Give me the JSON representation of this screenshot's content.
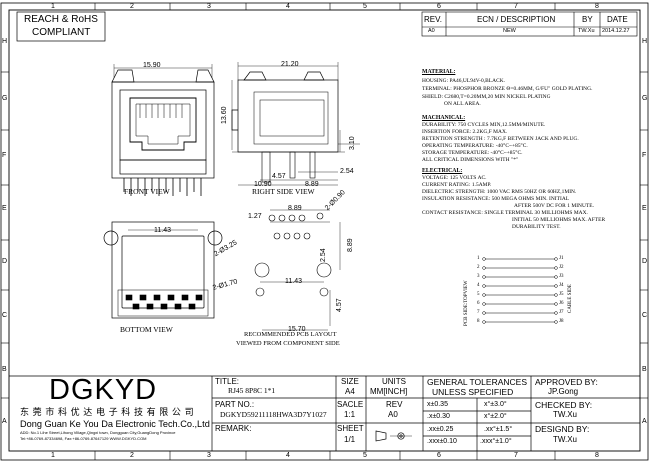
{
  "zones": {
    "cols": [
      "1",
      "2",
      "3",
      "4",
      "5",
      "6",
      "7",
      "8"
    ],
    "rows": [
      "H",
      "G",
      "F",
      "E",
      "D",
      "C",
      "B",
      "A"
    ]
  },
  "compliance": {
    "line1": "REACH & RoHS",
    "line2": "COMPLIANT"
  },
  "revision_table": {
    "headers": {
      "rev": "REV.",
      "ecn": "ECN / DESCRIPTION",
      "by": "BY",
      "date": "DATE"
    },
    "row": {
      "rev": "A0",
      "ecn": "NEW",
      "by": "TW.Xu",
      "date": "2014.12.27"
    }
  },
  "views": {
    "front": "FRONT VIEW",
    "right_side": "RIGHT SIDE VIEW",
    "bottom": "BOTTOM VIEW",
    "pcb_layout_line1": "RECOMMENDED PCB LAYOUT",
    "pcb_layout_line2": "VIEWED FROM COMPONENT SIDE"
  },
  "dimensions": {
    "front_width": "15.90",
    "side_width": "21.20",
    "side_height": "13.60",
    "side_310": "3.10",
    "side_254": "2.54",
    "side_457": "4.57",
    "side_1090": "10.90",
    "side_889": "8.89",
    "bottom_1143": "11.43",
    "pcb_127": "1.27",
    "pcb_889_top": "8.89",
    "pcb_090": "2-Ø0.90",
    "pcb_325": "2-Ø3.25",
    "pcb_254": "2.54",
    "pcb_889_right": "8.89",
    "pcb_170": "2-Ø1.70",
    "pcb_1143": "11.43",
    "pcb_457": "4.57",
    "pcb_1570": "15.70"
  },
  "specs": {
    "material_title": "MATERIAL:",
    "material": [
      "HOUSING: PA46,UL94V-0,BLACK.",
      "TERMINAL: PHOSPHOR BRONZE Θ=0.46MM, G/FU\" GOLD PLATING.",
      "SHIELD: C2680,T=0.20MM,20 MIN NICKEL PLATING",
      "ON ALL AREA."
    ],
    "mechanical_title": "MACHANICAL:",
    "mechanical": [
      "DURABILITY: 750 CYCLES MIN,12.5MM/MINUTE.",
      "INSERTION FORCE: 2.2KG,F MAX.",
      "RETENTION STRENGTH : 7.7KG,F BETWEEN JACK AND PLUG.",
      "OPERATING TEMPERATURE: -40°C~+85°C.",
      "STORAGE TEMPERATURE: -40°C~+85°C.",
      "ALL CRITICAL DIMENSIONS WITH \"*\""
    ],
    "electrical_title": "ELECTRICAL:",
    "electrical": [
      "VOLTAGE: 125 VOLTS AC.",
      "CURRENT RATING: 1.5AMP.",
      "DIELECTRIC STRENGTH: 1000 VAC RMS 50HZ OR 60HZ,1MIN.",
      "INSULATION RESISTANCE: 500 MEGA OHMS MIN. INITIAL",
      "AFTER 500V DC FOR 1 MINUTE.",
      "CONTACT RESISTANCE: SINGLE TERMINAL 30 MILLIOHMS MAX.",
      "INITIAL 50 MILLIOHMS MAX. AFTER",
      "DURABILITY TEST."
    ]
  },
  "schematic": {
    "pins_left": [
      "1",
      "2",
      "3",
      "4",
      "5",
      "6",
      "7",
      "8"
    ],
    "pins_right": [
      "J1",
      "J2",
      "J3",
      "J4",
      "J5",
      "J6",
      "J7",
      "J8"
    ],
    "label_left": "PCB SIDE:TOPVIEW",
    "label_right": "CABLE SIDE"
  },
  "title_block": {
    "logo": "DGKYD",
    "company_cn": "东 莞 市 科 优 达 电 子 科 技 有 限 公 司",
    "company_en": "Dong Guan Ke You Da Electronic Tech.Co.,Ltd",
    "address": "ADD: No.1 Lihe Street,Lihong Village,Qingxi town, Dongguan City,GuangDong Province",
    "contact": "Tel:+86-0769-87334698, Fax:+86-0769-87647129  WWW.DGKYD.COM",
    "title_label": "TITLE:",
    "title_value": "RJ45 8P8C 1*1",
    "part_label": "PART NO.:",
    "part_value": "DGKYD59211118HWA3D7Y1027",
    "remark_label": "REMARK:",
    "size_label": "SIZE",
    "size_value": "A4",
    "units_label": "UNITS",
    "units_value": "MM[INCH]",
    "scale_label": "SACLE",
    "scale_value": "1:1",
    "rev_label": "REV",
    "rev_value": "A0",
    "sheet_label": "SHEET",
    "sheet_value": "1/1",
    "tol_title1": "GENERAL TOLERANCES",
    "tol_title2": "UNLESS SPECIFIED",
    "tol": [
      {
        "lin": "x±0.35",
        "ang": "x°±3.0°"
      },
      {
        "lin": ".x±0.30",
        "ang": "x°±2.0°"
      },
      {
        "lin": ".xx±0.25",
        "ang": ".xx°±1.5°"
      },
      {
        "lin": ".xxx±0.10",
        "ang": ".xxx°±1.0°"
      }
    ],
    "approved_label": "APPROVED BY:",
    "approved_value": "JP.Gong",
    "checked_label": "CHECKED BY:",
    "checked_value": "TW.Xu",
    "designed_label": "DESIGND BY:",
    "designed_value": "TW.Xu"
  }
}
